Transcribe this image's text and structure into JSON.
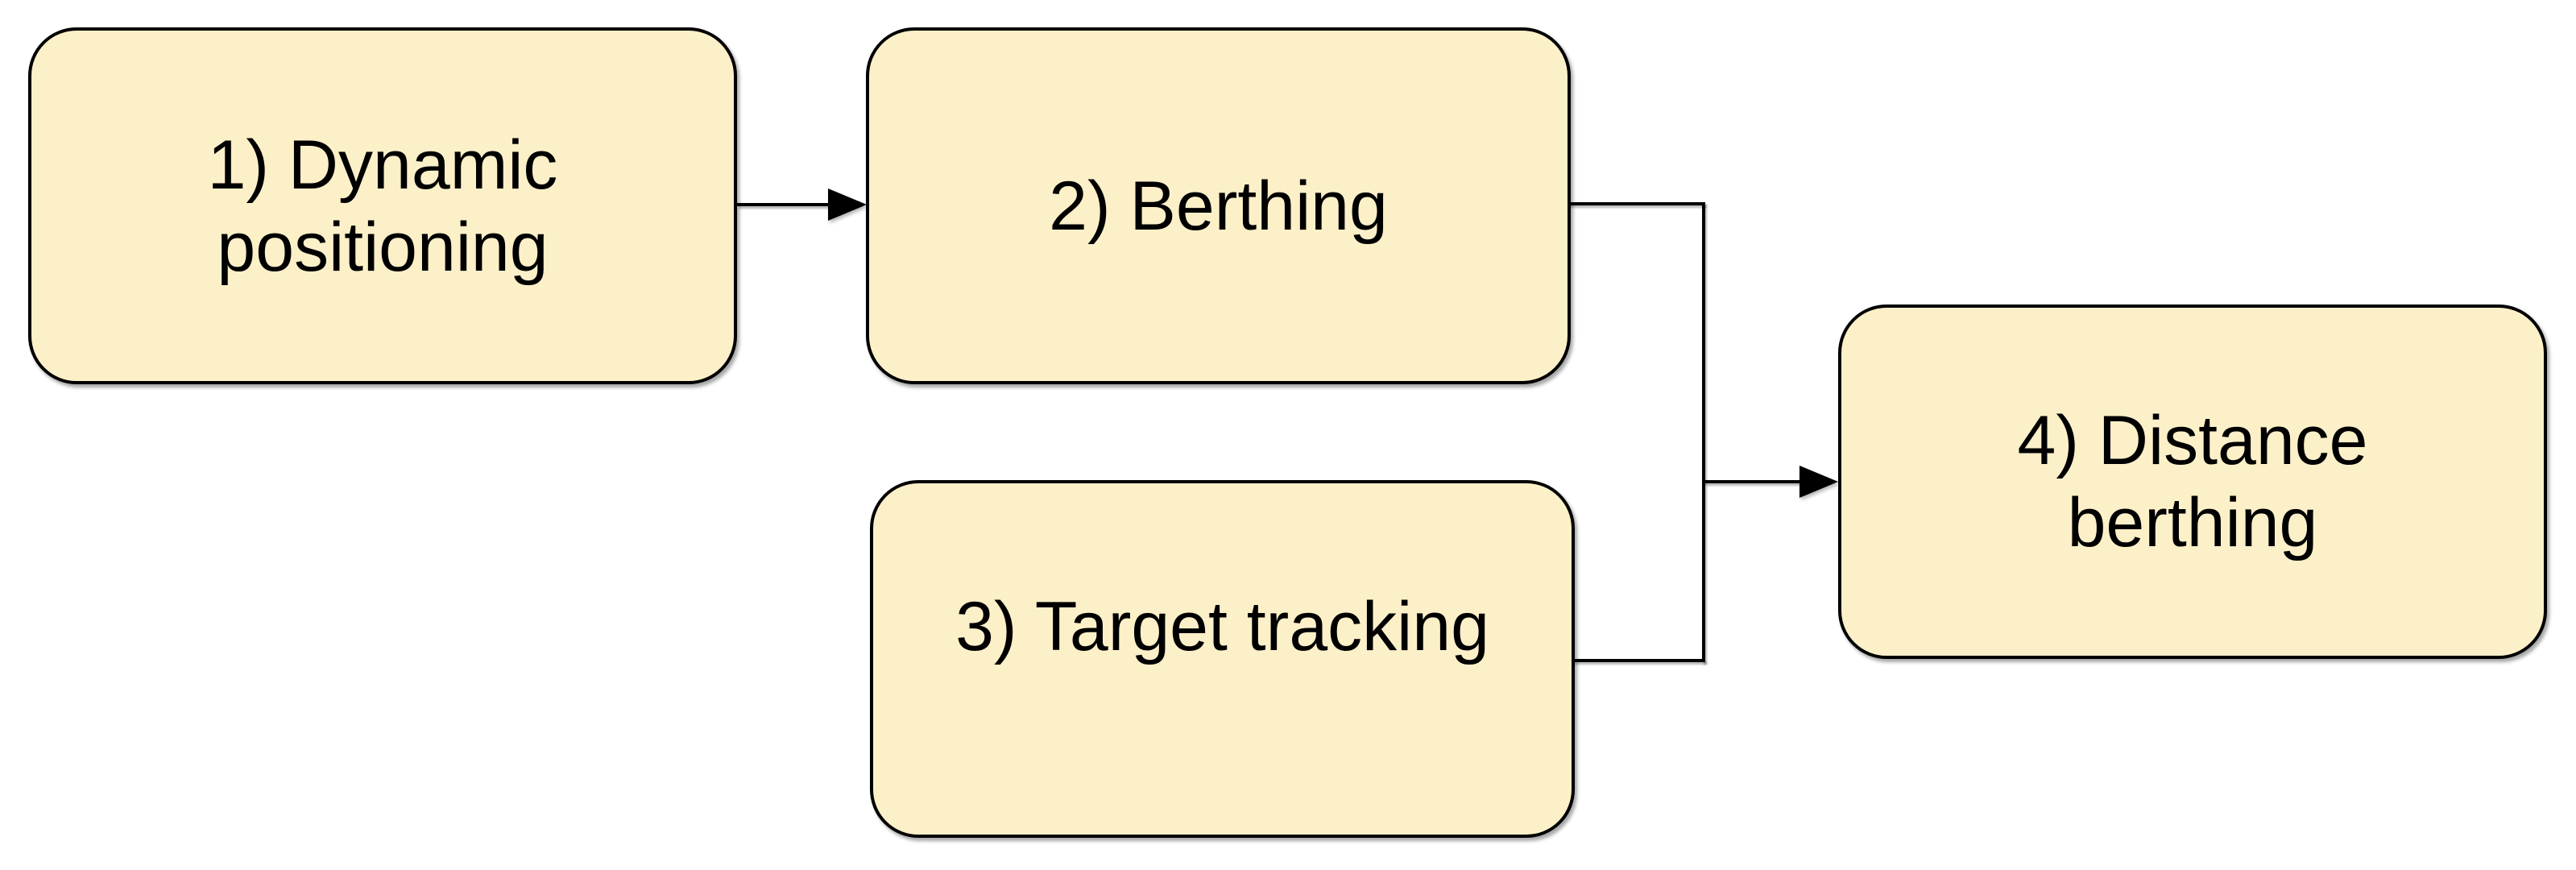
{
  "diagram": {
    "type": "flowchart",
    "background": "#FFFFFF",
    "node_fill": "#FCF0C9",
    "node_border_color": "#000000",
    "connector_color": "#000000",
    "text_color": "#000000",
    "nodes": [
      {
        "id": "dynamic-positioning",
        "label": "1) Dynamic positioning"
      },
      {
        "id": "berthing",
        "label": "2) Berthing"
      },
      {
        "id": "target-tracking",
        "label": "3) Target tracking"
      },
      {
        "id": "distance-berthing",
        "label": "4) Distance berthing"
      }
    ],
    "edges": [
      {
        "from": "dynamic-positioning",
        "to": "berthing",
        "arrow": true
      },
      {
        "from": "berthing",
        "to": "distance-berthing",
        "arrow": true
      },
      {
        "from": "target-tracking",
        "to": "distance-berthing",
        "arrow": true
      }
    ]
  }
}
